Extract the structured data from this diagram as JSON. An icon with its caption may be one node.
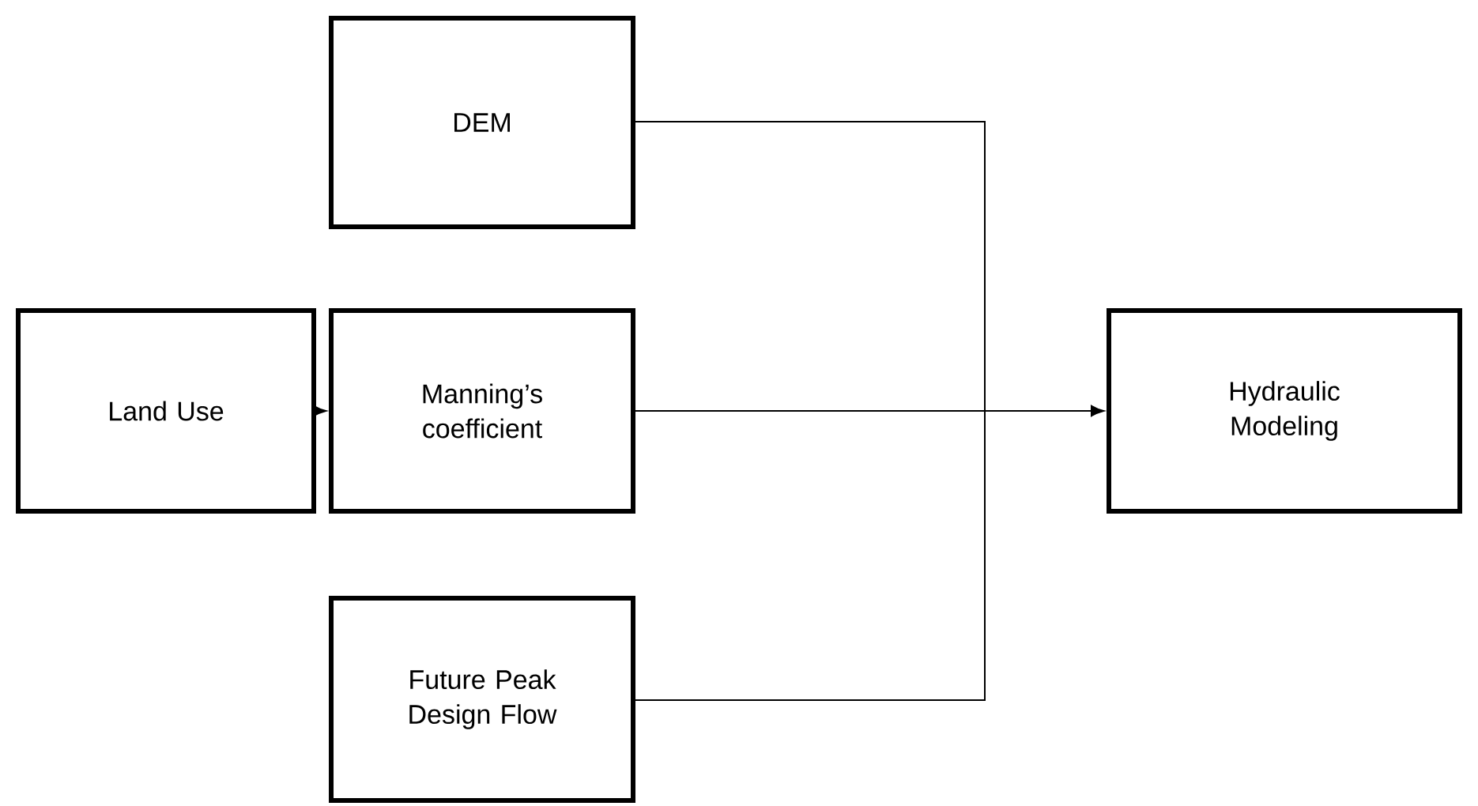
{
  "diagram": {
    "nodes": [
      {
        "text": [
          "DEM"
        ]
      },
      {
        "text": [
          "Land Use"
        ]
      },
      {
        "text": [
          "Manning’s coefficient"
        ]
      },
      {
        "text": [
          "Future Peak Design Flow"
        ]
      },
      {
        "text": [
          "Hydraulic Modeling"
        ]
      }
    ],
    "edges": [
      {
        "from": 0,
        "to": 4,
        "arrow": "to"
      },
      {
        "from": 1,
        "to": 2,
        "arrow": "to"
      },
      {
        "from": 2,
        "to": 4,
        "arrow": "to"
      },
      {
        "from": 3,
        "to": 4,
        "arrow": "to"
      }
    ]
  }
}
